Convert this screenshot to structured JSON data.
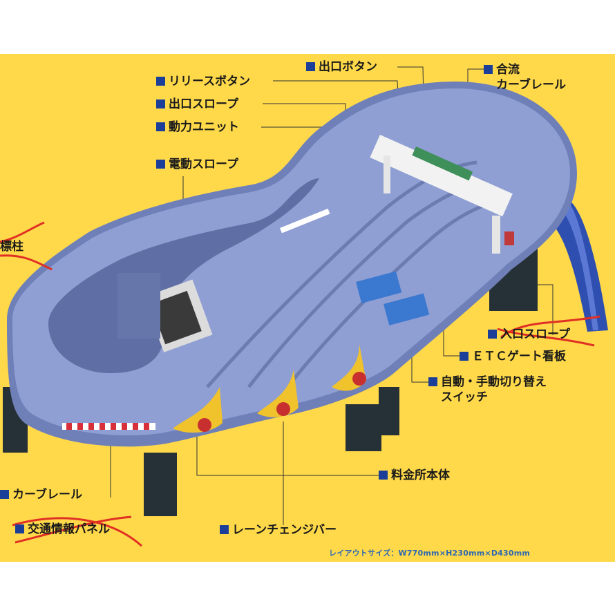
{
  "labels": {
    "exit_button": "出口ボタン",
    "merge_curve_rail_1": "合流",
    "merge_curve_rail_2": "カーブレール",
    "release_button": "リリースボタン",
    "exit_slope": "出口スロープ",
    "power_unit": "動力ユニット",
    "electric_slope": "電動スロープ",
    "left_cut_label": "標柱",
    "entrance_slope": "入口スロープ",
    "etc_gate_sign": "ＥＴＣゲート看板",
    "auto_manual_switch_1": "自動・手動切り替え",
    "auto_manual_switch_2": "スイッチ",
    "tollbooth_body": "料金所本体",
    "curve_rail": "カーブレール",
    "traffic_info_panel": "交通情報パネル",
    "lane_change_bar": "レーンチェンジバー"
  },
  "layout_size": "レイアウトサイズ：W770mm×H230mm×D430mm",
  "colors": {
    "background": "#ffd94a",
    "track": "#7d8fc4",
    "label_square": "#1b3f99",
    "strike_red": "#e03024",
    "dims_text": "#2d68b0"
  }
}
